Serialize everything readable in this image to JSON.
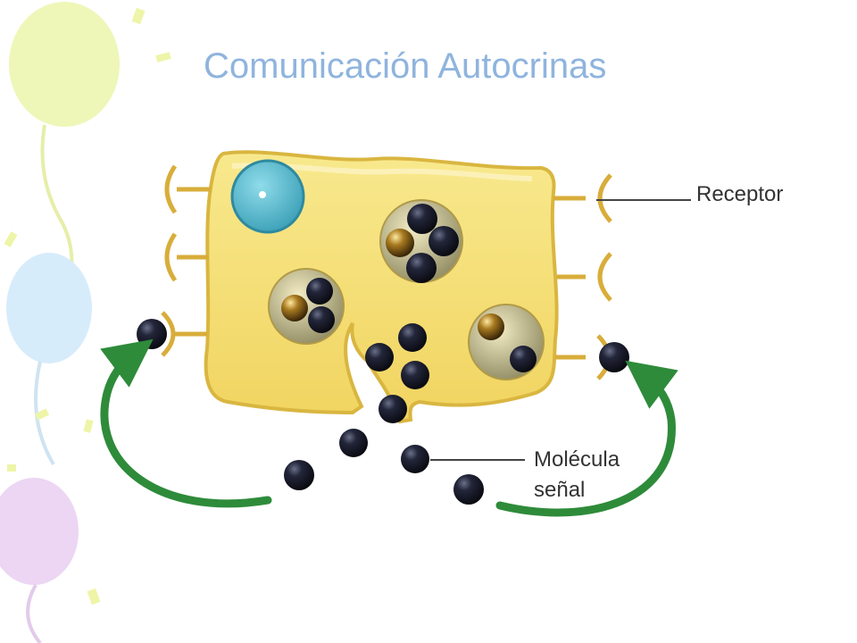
{
  "slide": {
    "title": "Comunicación Autocrinas"
  },
  "diagram": {
    "labels": {
      "receptor": "Receptor",
      "molecule_line1": "Molécula",
      "molecule_line2": "señal"
    }
  },
  "colors": {
    "title": "#8fb4de",
    "cell_fill": "#f5e07a",
    "cell_stroke": "#d9b640",
    "nucleus": "#4fb6cc",
    "molecule": "#151722",
    "arrow": "#2e8b3a",
    "receptor": "#d8ad3a",
    "balloon_yellow": "#eef7b8",
    "balloon_blue": "#d7ecfb",
    "balloon_purple": "#ecd6f3"
  }
}
